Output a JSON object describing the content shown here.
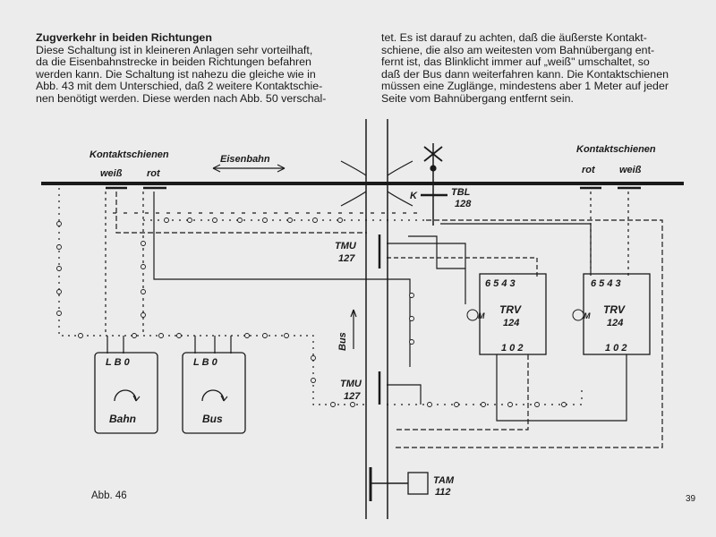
{
  "text": {
    "heading": "Zugverkehr in beiden Richtungen",
    "left_lines": [
      "Diese Schaltung ist in kleineren Anlagen sehr vorteilhaft,",
      "da die Eisenbahnstrecke in beiden Richtungen befahren",
      "werden kann. Die Schaltung ist nahezu die gleiche wie in",
      "Abb. 43 mit dem Unterschied, daß 2 weitere Kontaktschie-",
      "nen benötigt werden. Diese werden nach Abb. 50 verschal-"
    ],
    "right_lines": [
      "tet. Es ist darauf zu achten, daß die äußerste Kontakt-",
      "schiene, die also am weitesten vom Bahnübergang ent-",
      "fernt ist, das Blinklicht immer auf „weiß\" umschaltet, so",
      "daß der Bus dann weiterfahren kann. Die Kontaktschienen",
      "müssen eine Zuglänge, mindestens aber 1 Meter auf jeder",
      "Seite vom Bahnübergang entfernt sein."
    ]
  },
  "figure": {
    "caption": "Abb. 46",
    "page_number": "39",
    "labels": {
      "kontakt_left": "Kontaktschienen",
      "weiss_left": "weiß",
      "rot_left": "rot",
      "eisenbahn": "Eisenbahn",
      "kontakt_right": "Kontaktschienen",
      "rot_right": "rot",
      "weiss_right": "weiß",
      "k": "K",
      "tbl": "TBL",
      "tbl_num": "128",
      "tmu1": "TMU",
      "tmu1_num": "127",
      "tmu2": "TMU",
      "tmu2_num": "127",
      "bus_road": "Bus",
      "trv1": "TRV",
      "trv1_num": "124",
      "trv2": "TRV",
      "trv2_num": "124",
      "trv_top_pins": "6 5 4 3",
      "trv_bottom_pins": "1 0 2",
      "m": "M",
      "trafo_pins": "L B 0",
      "bahn": "Bahn",
      "bus": "Bus",
      "tam": "TAM",
      "tam_num": "112"
    }
  }
}
